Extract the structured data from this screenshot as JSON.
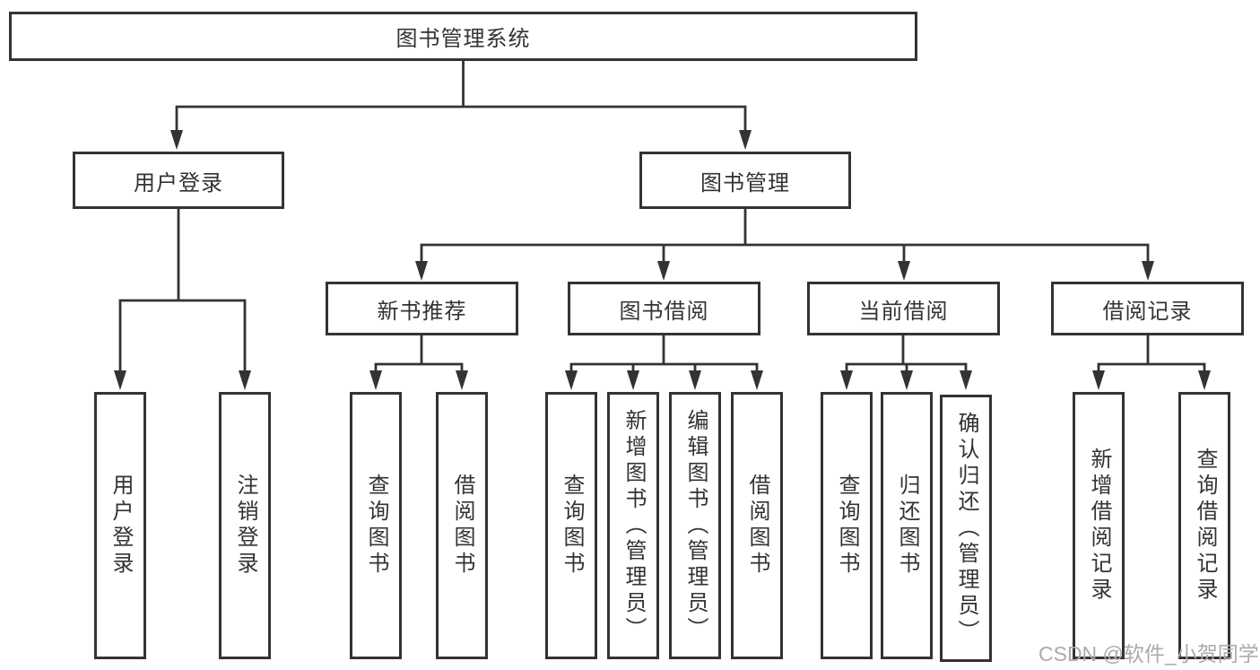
{
  "tree": {
    "label": "图书管理系统",
    "children": [
      {
        "label": "用户登录",
        "children": [
          {
            "label": "用户登录"
          },
          {
            "label": "注销登录"
          }
        ]
      },
      {
        "label": "图书管理",
        "children": [
          {
            "label": "新书推荐",
            "children": [
              {
                "label": "查询图书"
              },
              {
                "label": "借阅图书"
              }
            ]
          },
          {
            "label": "图书借阅",
            "children": [
              {
                "label": "查询图书"
              },
              {
                "label": "新增图书（管理员）"
              },
              {
                "label": "编辑图书（管理员）"
              },
              {
                "label": "借阅图书"
              }
            ]
          },
          {
            "label": "当前借阅",
            "children": [
              {
                "label": "查询图书"
              },
              {
                "label": "归还图书"
              },
              {
                "label": "确认归还（管理员）"
              }
            ]
          },
          {
            "label": "借阅记录",
            "children": [
              {
                "label": "新增借阅记录"
              },
              {
                "label": "查询借阅记录"
              }
            ]
          }
        ]
      }
    ]
  },
  "watermark": "CSDN @软件_小贺同学",
  "colors": {
    "line": "#333333",
    "text": "#333333",
    "watermark": "#ababab",
    "background": "#ffffff"
  }
}
